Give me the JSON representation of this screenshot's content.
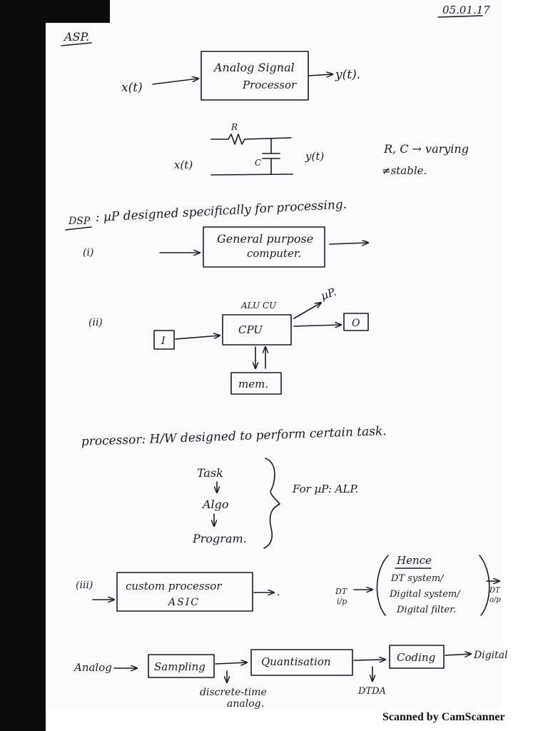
{
  "date": "05.01.17",
  "asp": {
    "heading": "ASP.",
    "input": "x(t)",
    "block_line1": "Analog Signal",
    "block_line2": "Processor",
    "output": "y(t).",
    "circuit": {
      "r": "R",
      "c": "C",
      "input": "x(t)",
      "output": "y(t)"
    },
    "note_line1": "R, C → varying",
    "note_line2": "≠stable."
  },
  "dsp": {
    "heading": "DSP",
    "definition": ": µP designed specifically for processing.",
    "i": {
      "label": "(i)",
      "block_line1": "General purpose",
      "block_line2": "computer."
    },
    "ii": {
      "label": "(ii)",
      "alu_cu": "ALU CU",
      "up": "µP.",
      "cpu": "CPU",
      "input": "I",
      "output": "O",
      "mem": "mem."
    }
  },
  "processor": {
    "definition": "processor: H/W designed to perform certain task.",
    "task": "Task",
    "algo": "Algo",
    "program": "Program.",
    "for_up": "For µP: ALP."
  },
  "iii": {
    "label": "(iii)",
    "block_line1": "custom processor",
    "block_line2": "ASIC",
    "dt_ip_line1": "DT",
    "dt_ip_line2": "i/p",
    "hence": "Hence",
    "hence_items": [
      "DT system/",
      "Digital system/",
      "Digital filter."
    ],
    "dt_op_line1": "DT",
    "dt_op_line2": "o/p"
  },
  "chain": {
    "analog": "Analog",
    "sampling": "Sampling",
    "quantisation": "Quantisation",
    "coding": "Coding",
    "digital": "Digital",
    "dt_line1": "discrete-time",
    "dt_line2": "analog.",
    "dtda": "DTDA"
  },
  "footer": "Scanned by CamScanner"
}
